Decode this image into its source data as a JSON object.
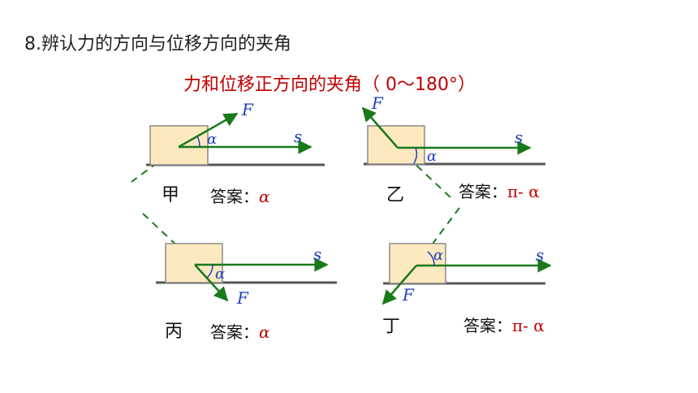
{
  "heading": "8.辨认力的方向与位移方向的夹角",
  "subtitle": "力和位移正方向的夹角（ 0～180°）",
  "symbols": {
    "force": "F",
    "displacement": "s",
    "angle": "α"
  },
  "cases": [
    {
      "name": "甲",
      "answer_prefix": "答案：",
      "answer_value": "α"
    },
    {
      "name": "乙",
      "answer_prefix": "答案：",
      "answer_value": "π- α"
    },
    {
      "name": "丙",
      "answer_prefix": "答案：",
      "answer_value": "α"
    },
    {
      "name": "丁",
      "answer_prefix": "答案：",
      "answer_value": "π- α"
    }
  ],
  "colors": {
    "arrow": "#1a7a1a",
    "symbol": "#1f3fbf",
    "answer_value": "#c00000",
    "subtitle": "#c00000",
    "block_fill": "#fde9c0",
    "block_stroke": "#8a8a8a",
    "ground": "#555555"
  }
}
